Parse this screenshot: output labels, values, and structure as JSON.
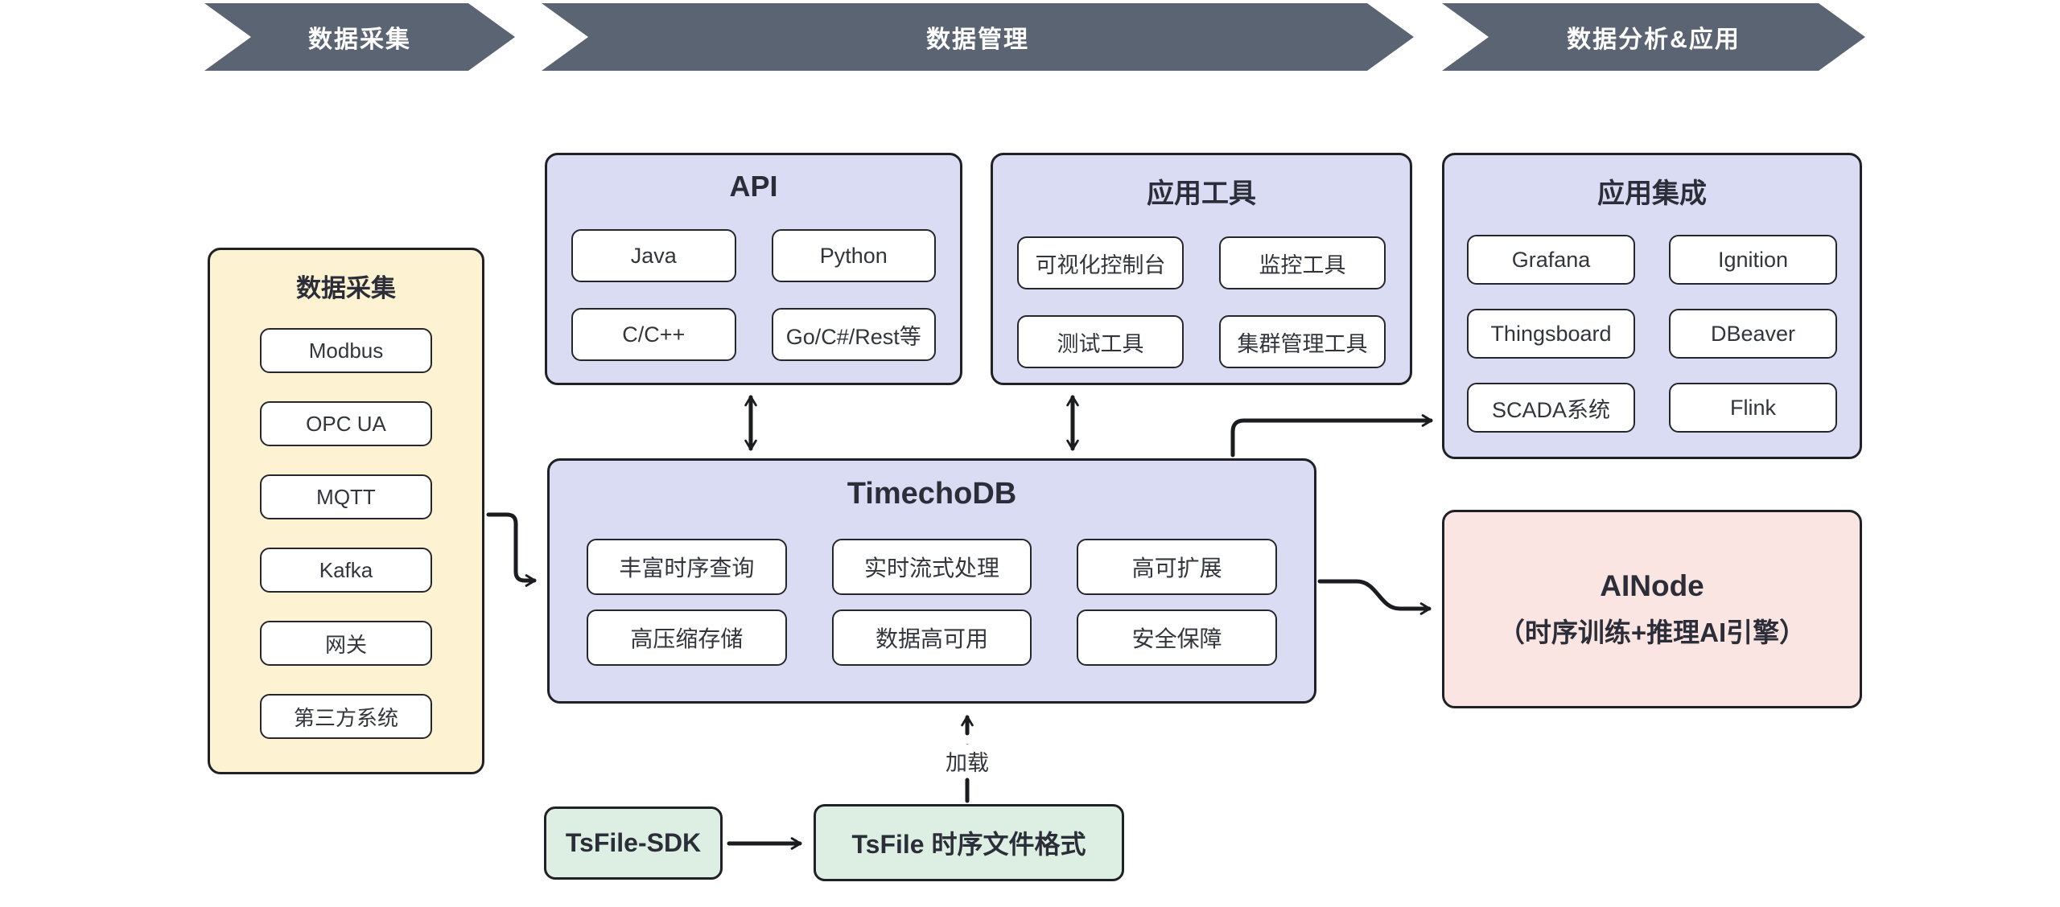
{
  "banners": [
    {
      "label": "数据采集"
    },
    {
      "label": "数据管理"
    },
    {
      "label": "数据分析&应用"
    }
  ],
  "collection": {
    "title": "数据采集",
    "items": [
      "Modbus",
      "OPC UA",
      "MQTT",
      "Kafka",
      "网关",
      "第三方系统"
    ]
  },
  "api": {
    "title": "API",
    "items": [
      "Java",
      "Python",
      "C/C++",
      "Go/C#/Rest等"
    ]
  },
  "tools": {
    "title": "应用工具",
    "items": [
      "可视化控制台",
      "监控工具",
      "测试工具",
      "集群管理工具"
    ]
  },
  "integration": {
    "title": "应用集成",
    "items": [
      "Grafana",
      "Ignition",
      "Thingsboard",
      "DBeaver",
      "SCADA系统",
      "Flink"
    ]
  },
  "timechodb": {
    "title": "TimechoDB",
    "items": [
      "丰富时序查询",
      "实时流式处理",
      "高可扩展",
      "高压缩存储",
      "数据高可用",
      "安全保障"
    ]
  },
  "ainode": {
    "title": "AINode",
    "subtitle": "（时序训练+推理AI引擎）"
  },
  "tsfile": {
    "sdk": "TsFile-SDK",
    "format": "TsFile 时序文件格式",
    "load_label": "加载"
  },
  "colors": {
    "banner": "#5a6472",
    "panel_purple": "#d9dcf3",
    "panel_yellow": "#fdf3d2",
    "panel_green": "#ddefe3",
    "panel_pink": "#fbe5e2",
    "border": "#202127",
    "arrow": "#1b1c20",
    "text": "#2e3138",
    "banner_text": "#ffffff"
  }
}
